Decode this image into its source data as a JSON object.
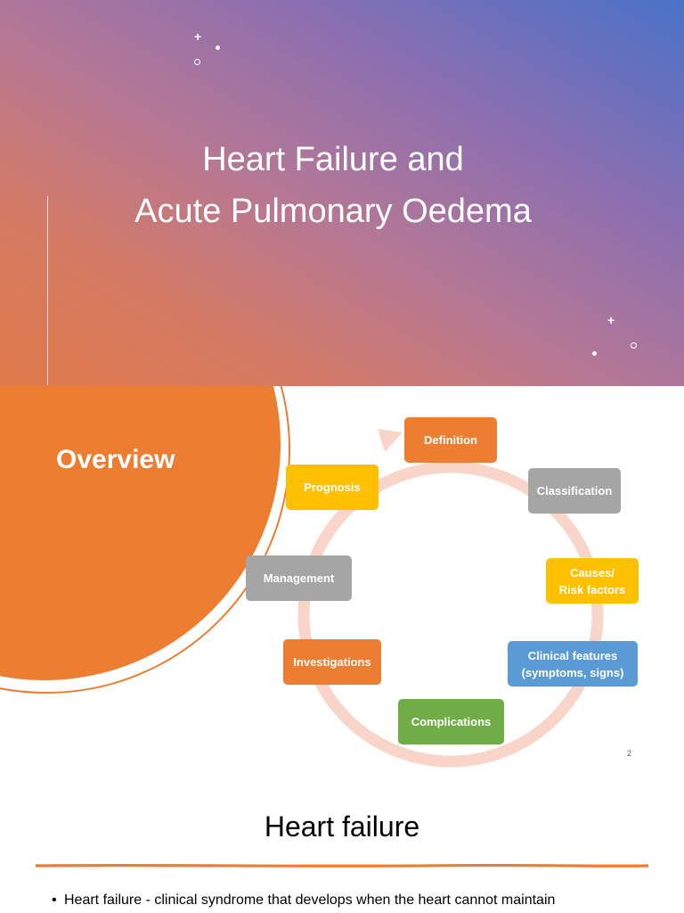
{
  "slide1": {
    "title_line1": "Heart Failure and",
    "title_line2": "Acute Pulmonary Oedema"
  },
  "slide2": {
    "heading": "Overview",
    "cycle_items": {
      "definition": "Definition",
      "classification": "Classification",
      "causes_line1": "Causes/",
      "causes_line2": "Risk factors",
      "clinical_line1": "Clinical features",
      "clinical_line2": "(symptoms, signs)",
      "complications": "Complications",
      "investigations": "Investigations",
      "management": "Management",
      "prognosis": "Prognosis"
    },
    "colors": {
      "orange": "#ed7d31",
      "gray": "#a5a5a5",
      "yellow": "#ffc000",
      "blue": "#5b9bd5",
      "green": "#70ad47",
      "cycle_arrow": "#f8d5c8"
    },
    "page_number": "2"
  },
  "slide3": {
    "title": "Heart failure",
    "bullet_1": "Heart failure - clinical syndrome that develops when the heart cannot maintain"
  }
}
